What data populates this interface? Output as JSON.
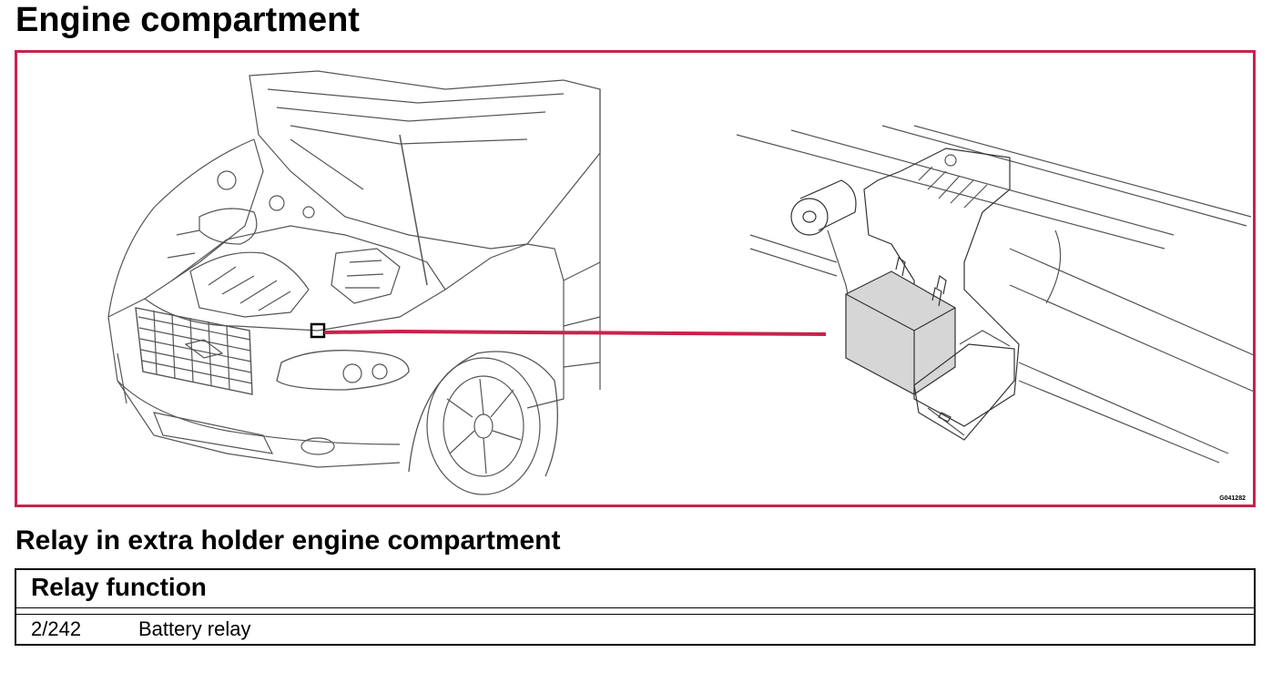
{
  "page": {
    "title": "Engine compartment",
    "subtitle": "Relay in extra holder engine compartment"
  },
  "figure": {
    "code": "G041282",
    "colors": {
      "frame": "#c8224c",
      "pointer": "#c8224c",
      "relay_fill": "#d6d6d6"
    }
  },
  "table": {
    "header": "Relay function",
    "rows": [
      {
        "code": "2/242",
        "function": "Battery relay"
      }
    ]
  }
}
